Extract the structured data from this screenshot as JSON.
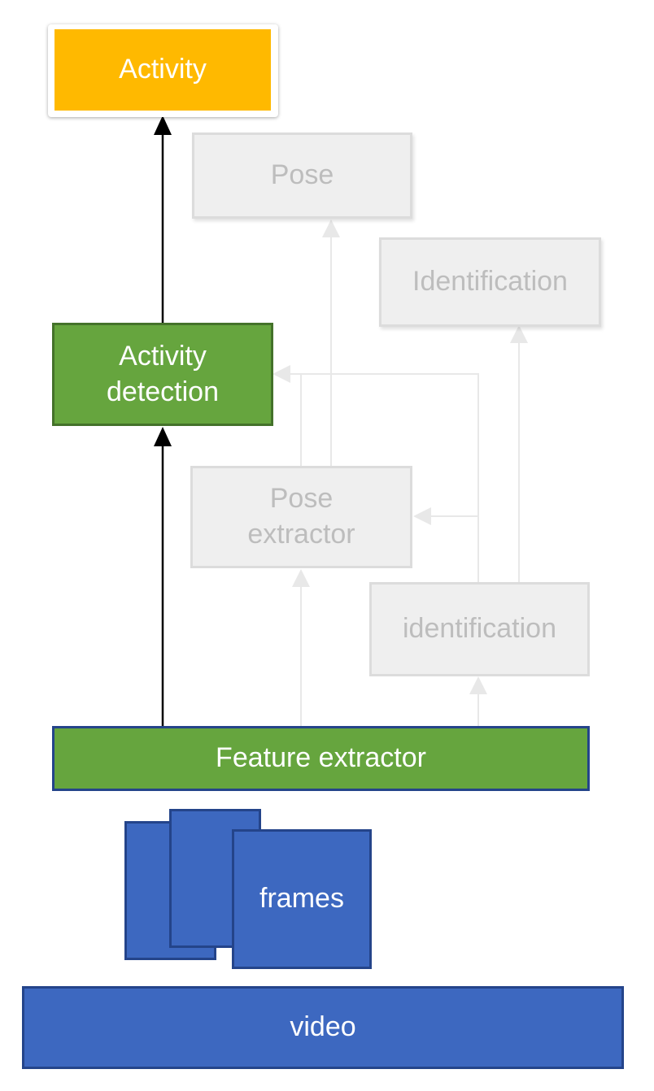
{
  "nodes": {
    "activity": "Activity",
    "pose": "Pose",
    "identification_top": "Identification",
    "activity_detection": "Activity\ndetection",
    "pose_extractor": "Pose\nextractor",
    "identification_bottom": "identification",
    "feature_extractor": "Feature extractor",
    "frames": "frames",
    "video": "video"
  },
  "colors": {
    "activity": "#ffb900",
    "green": "#66a53e",
    "blue": "#3d68c0",
    "inactive_fill": "#efefef",
    "inactive_text": "#bdbdbd",
    "inactive_arrow": "#e6e6e6"
  }
}
